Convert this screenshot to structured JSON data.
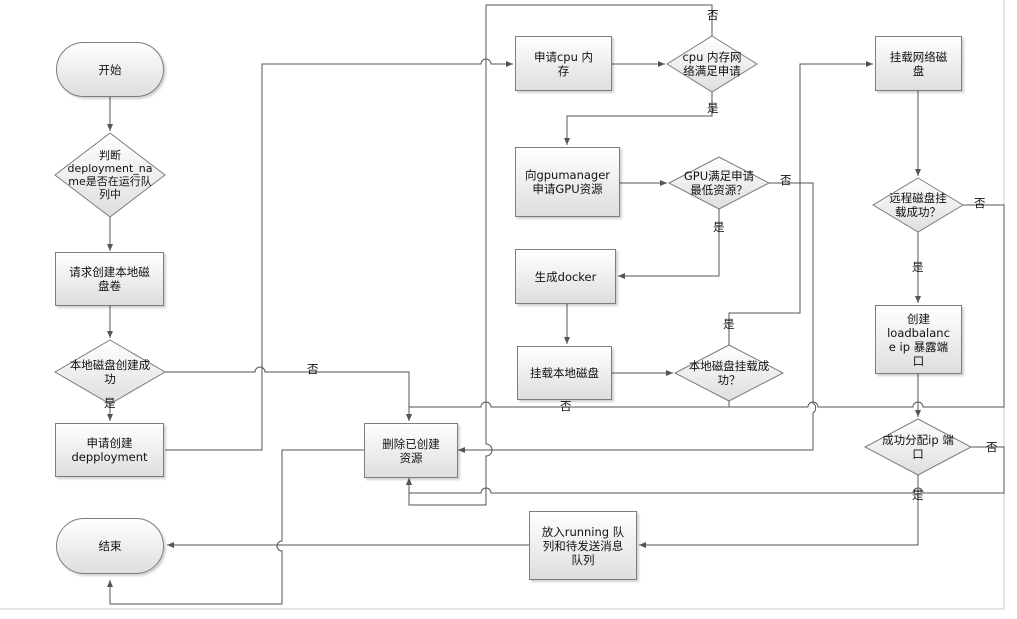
{
  "nodes": {
    "start": "开始",
    "check_queue": "判断\ndeployment_na\nme是否在运行队\n列中",
    "create_local_disk_volume": "请求创建本地磁\n盘卷",
    "local_disk_created": "本地磁盘创建成\n功",
    "create_deployment": "申请创建\ndepployment",
    "end": "结束",
    "request_cpu_mem": "申请cpu 内\n存",
    "cpu_mem_sufficient": "cpu 内存网\n络满足申请",
    "request_gpu": "向gpumanager\n申请GPU资源",
    "gpu_sufficient": "GPU满足申请\n最低资源？",
    "generate_docker": "生成docker",
    "mount_local_disk": "挂载本地磁盘",
    "local_disk_mounted": "本地磁盘挂载成\n功？",
    "delete_resources": "删除已创建\n资源",
    "put_running_queue": "放入running 队\n列和待发送消息\n队列",
    "mount_network_disk": "挂载网络磁\n盘",
    "remote_disk_mounted": "远程磁盘挂\n载成功？",
    "create_loadbalance": "创建\nloadbalanc\ne ip 暴露端\n口",
    "ip_port_assigned": "成功分配ip 端\n口"
  },
  "edge_labels": {
    "local_disk_created_no": "否",
    "local_disk_created_yes": "是",
    "cpu_no": "否",
    "cpu_yes": "是",
    "gpu_no": "否",
    "gpu_yes": "是",
    "local_mount_yes": "是",
    "local_mount_no": "否",
    "remote_no": "否",
    "remote_yes": "是",
    "ip_no": "否",
    "ip_yes": "是"
  }
}
